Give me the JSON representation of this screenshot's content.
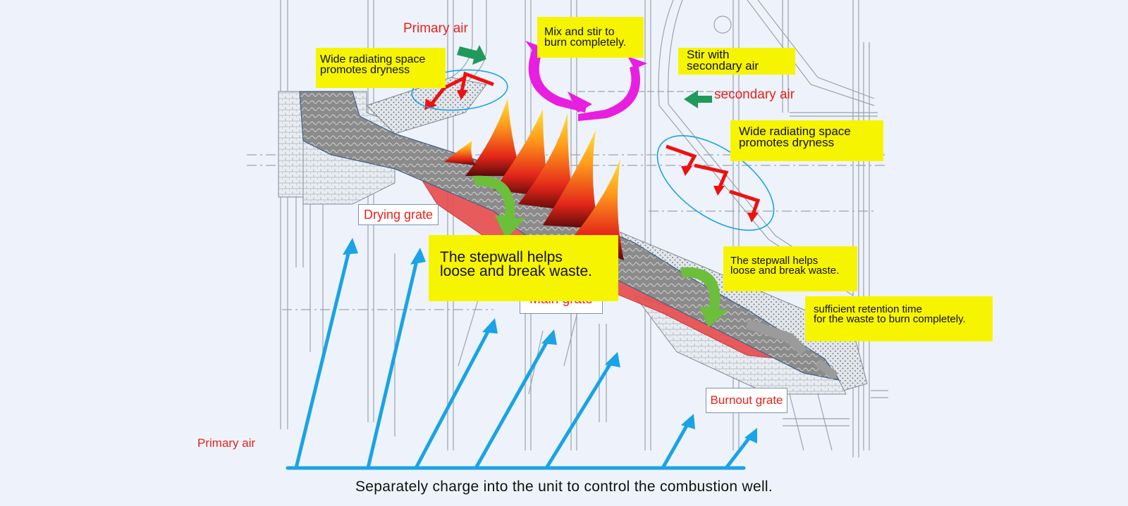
{
  "labels": {
    "primary_air_top": "Primary air",
    "primary_air_bottom": "Primary air",
    "secondary_air": "secondary air",
    "drying_grate": "Drying grate",
    "main_grate": "Main grate",
    "burnout_grate": "Burnout grate"
  },
  "callouts": {
    "radiating_left": {
      "line1": "Wide radiating space",
      "line2": "promotes dryness"
    },
    "radiating_right": {
      "line1": "Wide radiating space",
      "line2": "promotes dryness"
    },
    "mix_stir": {
      "line1": "Mix and stir to",
      "line2": "burn completely."
    },
    "stir_secondary": {
      "line1": "Stir with",
      "line2": "secondary air"
    },
    "stepwall_left": {
      "line1": "The stepwall helps",
      "line2": "loose and break waste."
    },
    "stepwall_right": {
      "line1": "The stepwall helps",
      "line2": "loose and break waste."
    },
    "retention": {
      "line1": "sufficient retention time",
      "line2": "for the waste to burn completely."
    }
  },
  "caption": "Separately charge into the unit to control the combustion well.",
  "colors": {
    "callout_bg": "#f7f400",
    "label_red": "#e8221a",
    "air_arrow_blue": "#1aa3e6",
    "secondary_arrow_green": "#1f9a5a",
    "stir_arrow_magenta": "#e81ee0",
    "radiation_arrow_red": "#ee1111",
    "stepwall_arrow_green": "#6cbf3a",
    "waste_gray": "#8f8f8f",
    "burning_red": "#e84b4b",
    "outline_gray": "#9aa3ae"
  },
  "icons": [
    "green-arrow-icon",
    "magenta-circular-arrow-icon",
    "red-zigzag-arrow-icon",
    "blue-air-arrow-icon",
    "green-curved-arrow-icon",
    "flame-icon"
  ]
}
